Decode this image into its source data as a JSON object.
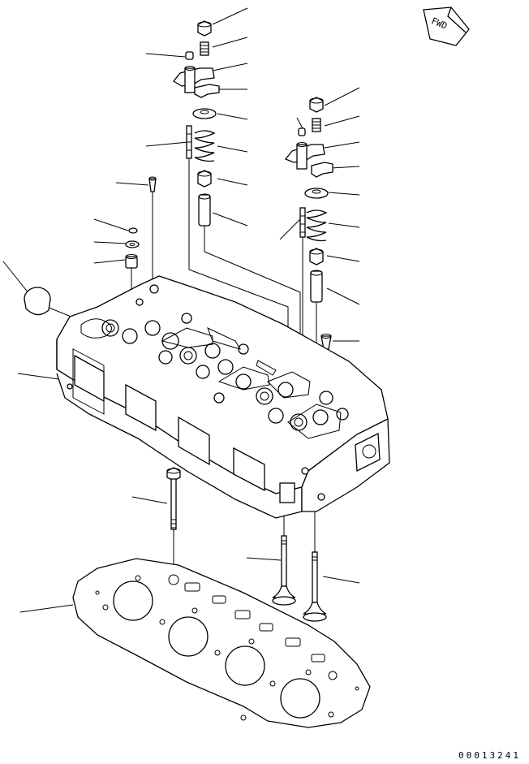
{
  "fwd_label": "FWD",
  "doc_number": "00013241",
  "parts": [
    {
      "name": "nut-right"
    },
    {
      "name": "adjust-screw-right"
    },
    {
      "name": "rocker-arm-right"
    },
    {
      "name": "rocker-clip-right"
    },
    {
      "name": "spring-retainer-right"
    },
    {
      "name": "valve-spring-right"
    },
    {
      "name": "valve-stem-seal-right"
    },
    {
      "name": "valve-guide-right"
    },
    {
      "name": "nozzle-sleeve-right"
    },
    {
      "name": "nut-left"
    },
    {
      "name": "adjust-screw-left"
    },
    {
      "name": "rocker-arm-left"
    },
    {
      "name": "rocker-clip-left"
    },
    {
      "name": "spring-retainer-left"
    },
    {
      "name": "valve-spring-left"
    },
    {
      "name": "valve-stem-seal-left"
    },
    {
      "name": "valve-guide-left"
    },
    {
      "name": "dowel-pin"
    },
    {
      "name": "washer"
    },
    {
      "name": "sleeve"
    },
    {
      "name": "expansion-plug"
    },
    {
      "name": "cylinder-head"
    },
    {
      "name": "head-bolt"
    },
    {
      "name": "intake-valve"
    },
    {
      "name": "exhaust-valve"
    },
    {
      "name": "head-gasket"
    }
  ]
}
